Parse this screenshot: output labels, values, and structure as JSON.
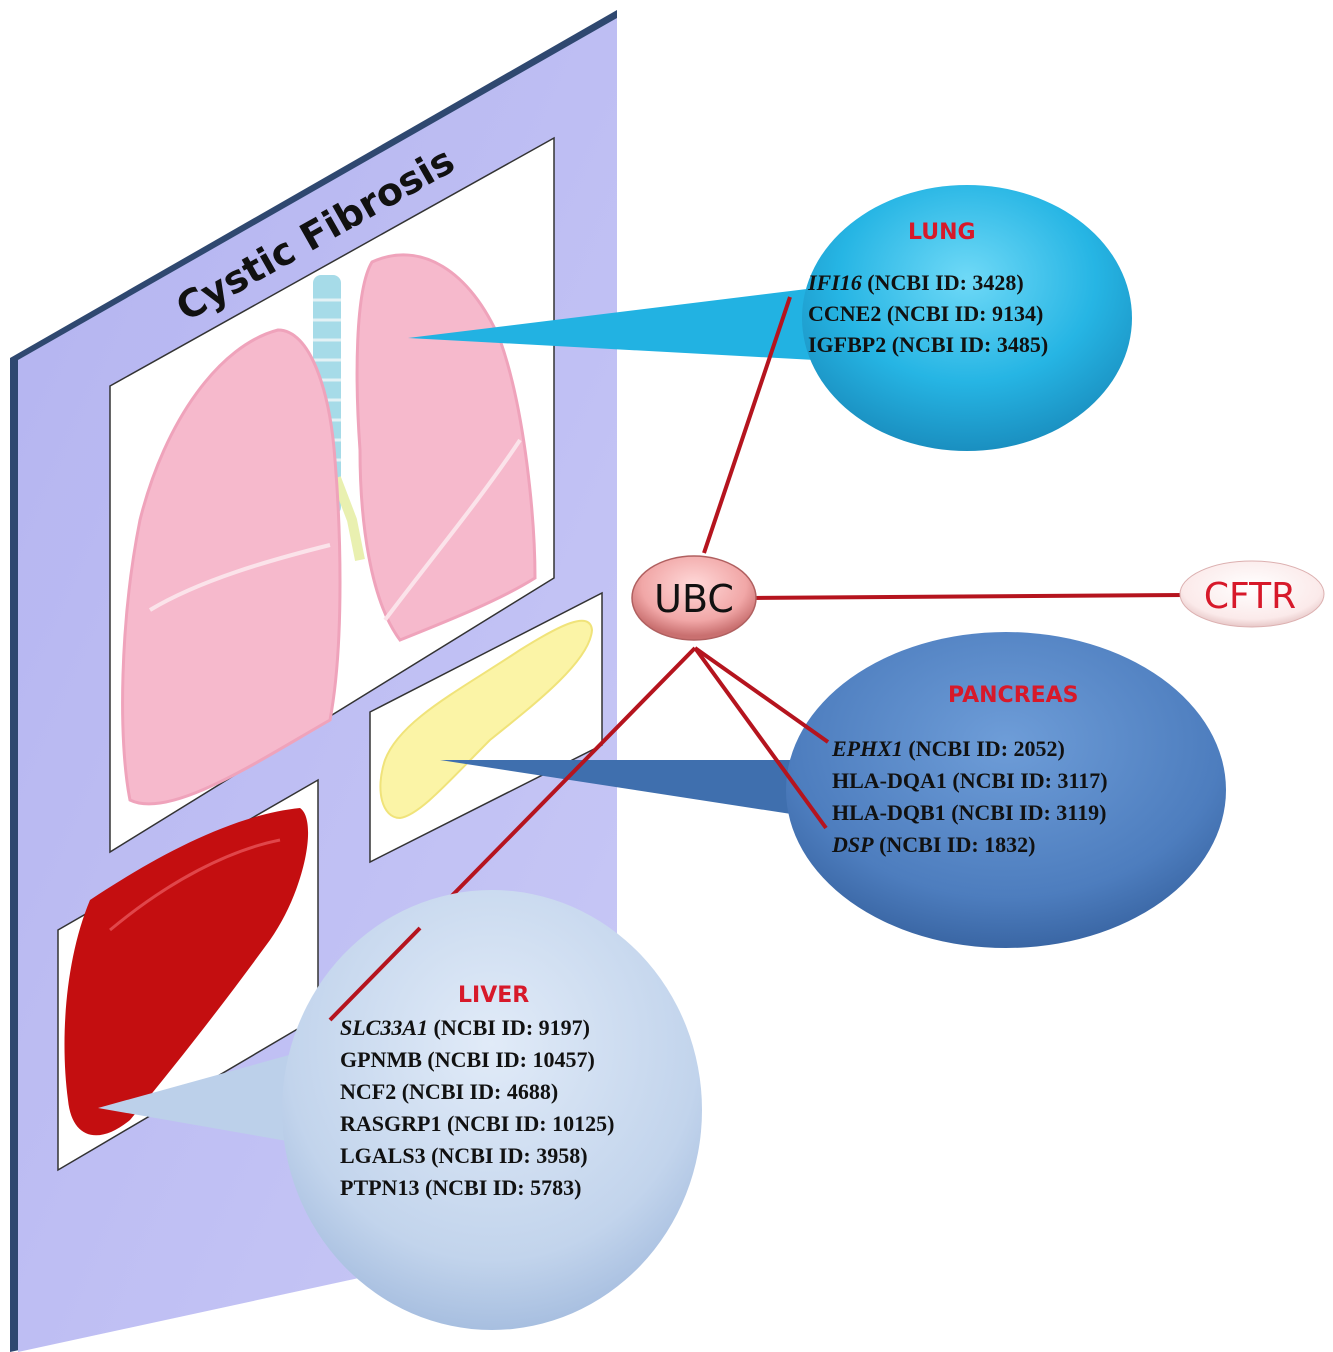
{
  "panel": {
    "title": "Cystic Fibrosis"
  },
  "hub": {
    "label": "UBC"
  },
  "target": {
    "label": "CFTR"
  },
  "lung": {
    "label": "LUNG",
    "genes": [
      {
        "symbol": "IFI16",
        "italic": true,
        "id": "(NCBI ID: 3428)"
      },
      {
        "symbol": "CCNE2",
        "italic": false,
        "id": "(NCBI ID: 9134)"
      },
      {
        "symbol": "IGFBP2",
        "italic": false,
        "id": "(NCBI ID: 3485)"
      }
    ]
  },
  "pancreas": {
    "label": "PANCREAS",
    "genes": [
      {
        "symbol": "EPHX1",
        "italic": true,
        "id": "(NCBI ID: 2052)"
      },
      {
        "symbol": "HLA-DQA1",
        "italic": false,
        "id": "(NCBI ID: 3117)"
      },
      {
        "symbol": "HLA-DQB1",
        "italic": false,
        "id": "(NCBI ID: 3119)"
      },
      {
        "symbol": "DSP",
        "italic": true,
        "id": "(NCBI ID: 1832)"
      }
    ]
  },
  "liver": {
    "label": "LIVER",
    "genes": [
      {
        "symbol": "SLC33A1",
        "italic": true,
        "id": "(NCBI ID: 9197)"
      },
      {
        "symbol": "GPNMB",
        "italic": false,
        "id": "(NCBI ID: 10457)"
      },
      {
        "symbol": "NCF2",
        "italic": false,
        "id": "(NCBI ID: 4688)"
      },
      {
        "symbol": "RASGRP1",
        "italic": false,
        "id": "(NCBI ID: 10125)"
      },
      {
        "symbol": "LGALS3",
        "italic": false,
        "id": "(NCBI ID: 3958)"
      },
      {
        "symbol": "PTPN13",
        "italic": false,
        "id": "(NCBI ID: 5783)"
      }
    ]
  },
  "colors": {
    "panel": "#b9b9f2",
    "lung_bubble": "#29b8e6",
    "pancreas_bubble": "#4f7fc0",
    "liver_bubble": "#c4d6ee",
    "edge": "#b5141e",
    "label_red": "#d7192a"
  }
}
